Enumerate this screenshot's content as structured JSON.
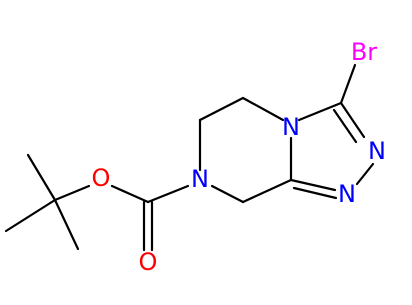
{
  "structure": {
    "atoms": [
      {
        "id": "br",
        "symbol": "Br",
        "color": "#ff00ff"
      },
      {
        "id": "n4",
        "symbol": "N",
        "color": "#0000ff"
      },
      {
        "id": "n2",
        "symbol": "N",
        "color": "#0000ff"
      },
      {
        "id": "n1",
        "symbol": "N",
        "color": "#0000ff"
      },
      {
        "id": "n7",
        "symbol": "N",
        "color": "#0000ff"
      },
      {
        "id": "o_ester",
        "symbol": "O",
        "color": "#ff0000"
      },
      {
        "id": "o_carbonyl",
        "symbol": "O",
        "color": "#ff0000"
      }
    ]
  },
  "colors": {
    "bond": "#000000",
    "background": "#ffffff"
  }
}
